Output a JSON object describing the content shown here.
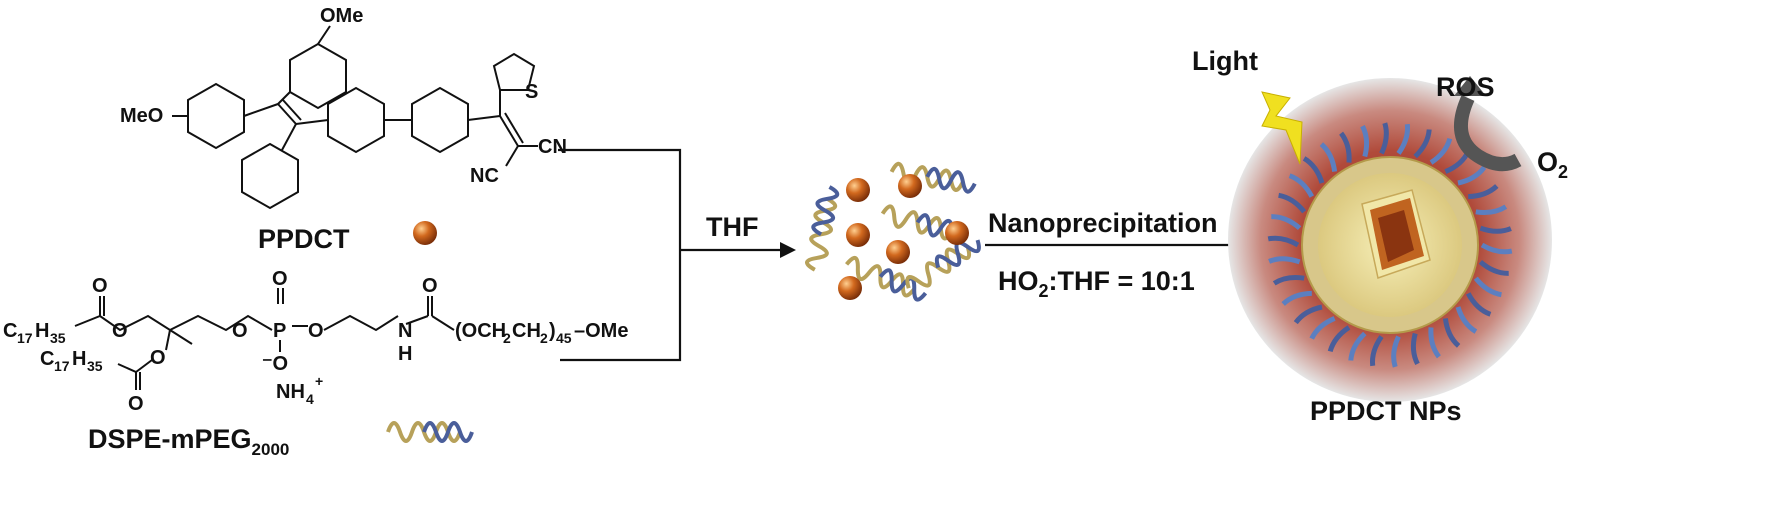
{
  "molecules": {
    "ppdct": {
      "name": "PPDCT",
      "groups": {
        "ome_top": "OMe",
        "meo_left": "MeO",
        "cn_1": "CN",
        "cn_2": "NC",
        "s_atom": "S"
      }
    },
    "dspe": {
      "name_main": "DSPE-mPEG",
      "name_sub": "2000",
      "groups": {
        "c17h35_top_c": "C",
        "c17h35_top_sub1": "17",
        "c17h35_top_h": "H",
        "c17h35_top_sub2": "35",
        "c17h35_bot_c": "C",
        "c17h35_bot_sub1": "17",
        "c17h35_bot_h": "H",
        "c17h35_bot_sub2": "35",
        "o_1": "O",
        "o_2": "O",
        "o_3": "O",
        "o_4": "O",
        "o_5": "O",
        "o_6": "O",
        "o_7": "O",
        "o_8": "O",
        "p_atom": "P",
        "minus_o": "⁻O",
        "nh4": "NH",
        "nh4_sub": "4",
        "nh4_sup": "+",
        "n_atom": "N",
        "h_atom": "H",
        "peg_a": "(OCH",
        "peg_sub1": "2",
        "peg_b": "CH",
        "peg_sub2": "2",
        "peg_c": ")",
        "peg_sub3": "45",
        "peg_d": "–OMe"
      }
    }
  },
  "step1": {
    "solvent": "THF"
  },
  "step2": {
    "method": "Nanoprecipitation",
    "ratio_a": "HO",
    "ratio_sub": "2",
    "ratio_b": ":THF = 10:1"
  },
  "nanoparticle": {
    "label": "PPDCT NPs",
    "light": "Light",
    "ros": "ROS",
    "o2_main": "O",
    "o2_sub": "2"
  },
  "colors": {
    "ppdct_sphere": "#d2691e",
    "coil_gold": "#b7a15a",
    "coil_blue": "#4a5e9a",
    "halo": "#b04a3a",
    "lightning": "#f0e020",
    "ros_arrow": "#555555"
  }
}
